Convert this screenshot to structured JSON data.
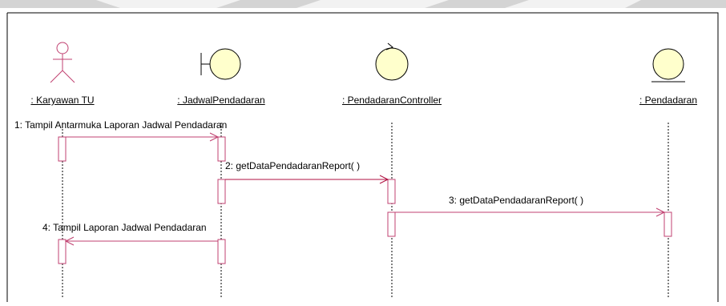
{
  "diagram": {
    "objects": [
      {
        "id": "actor",
        "name": ": Karyawan TU",
        "kind": "actor-icon"
      },
      {
        "id": "boundary",
        "name": ": JadwalPendadaran",
        "kind": "boundary-icon"
      },
      {
        "id": "control",
        "name": ": PendadaranController",
        "kind": "control-icon"
      },
      {
        "id": "entity",
        "name": ": Pendadaran",
        "kind": "entity-icon"
      }
    ],
    "messages": [
      {
        "label": "1: Tampil Antarmuka Laporan Jadwal Pendadaran",
        "from": "actor",
        "to": "boundary"
      },
      {
        "label": "2: getDataPendadaranReport( )",
        "from": "boundary",
        "to": "control"
      },
      {
        "label": "3: getDataPendadaranReport( )",
        "from": "control",
        "to": "entity"
      },
      {
        "label": "4: Tampil Laporan Jadwal Pendadaran",
        "from": "boundary",
        "to": "actor"
      }
    ],
    "colors": {
      "object_fill": "#ffffcc",
      "line": "#000000",
      "message_line": "#c04070"
    }
  }
}
